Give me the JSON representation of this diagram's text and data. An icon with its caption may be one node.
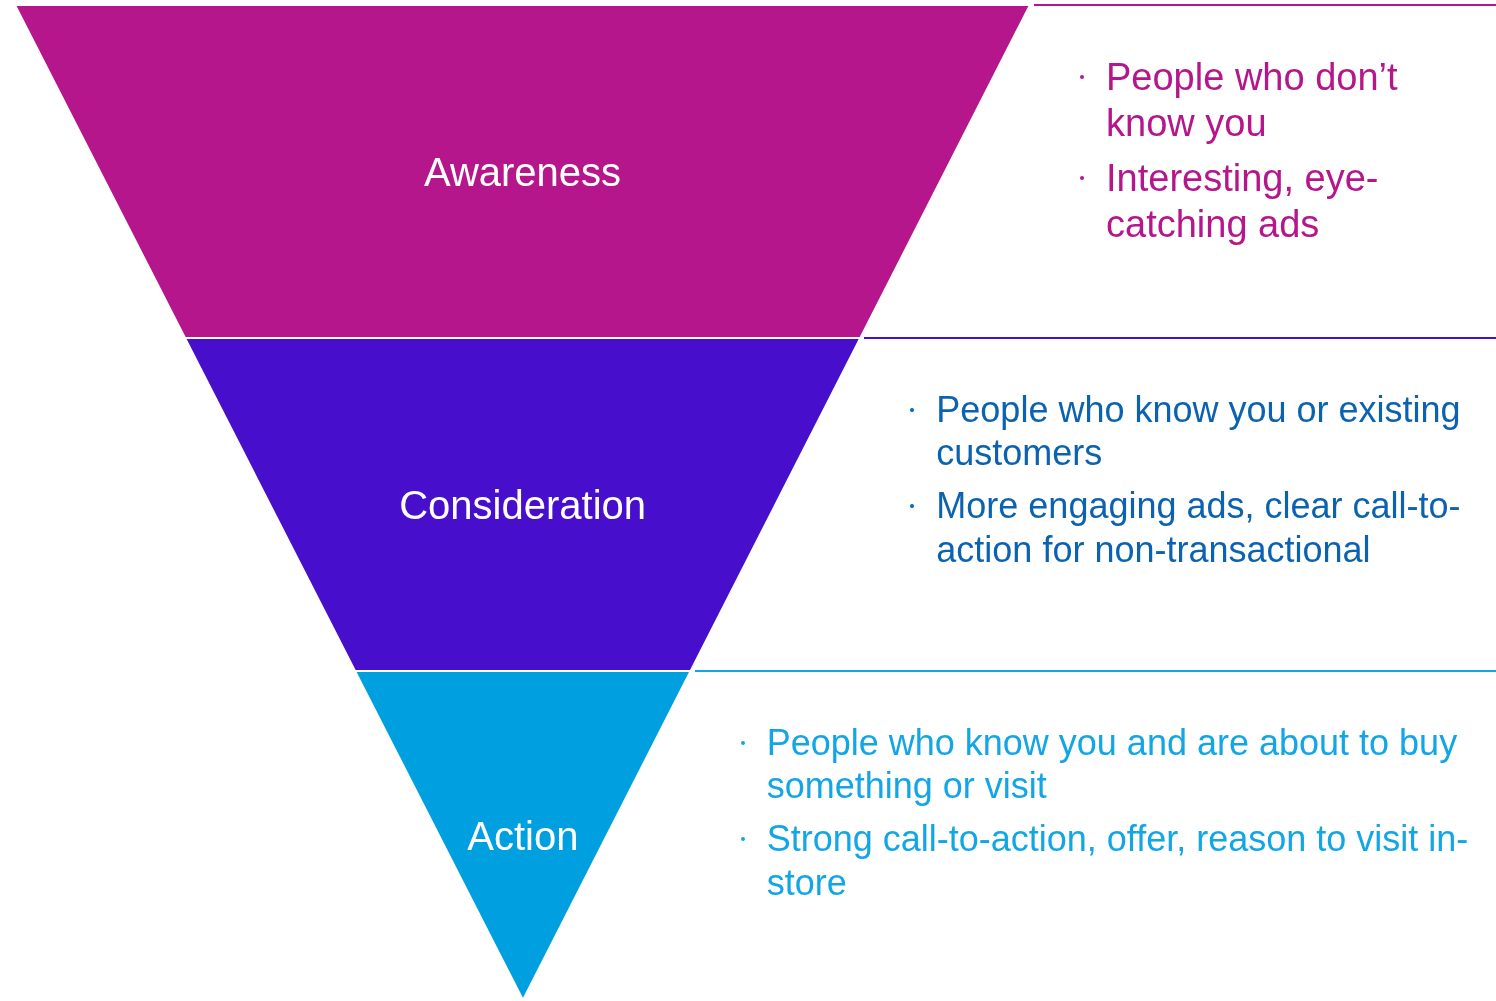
{
  "diagram": {
    "nodes": [
      {
        "text": [
          "Awareness"
        ],
        "beside": [
          "People who don’t know you",
          "Interesting, eye-catching ads"
        ]
      },
      {
        "text": [
          "Consideration"
        ],
        "beside": [
          "People who know you or existing customers",
          "More engaging ads, clear call-to-action for non-transactional"
        ]
      },
      {
        "text": [
          "Action"
        ],
        "beside": [
          "People who know you and are about to buy something or visit",
          "Strong call-to-action, offer, reason to visit in-store"
        ]
      }
    ]
  }
}
